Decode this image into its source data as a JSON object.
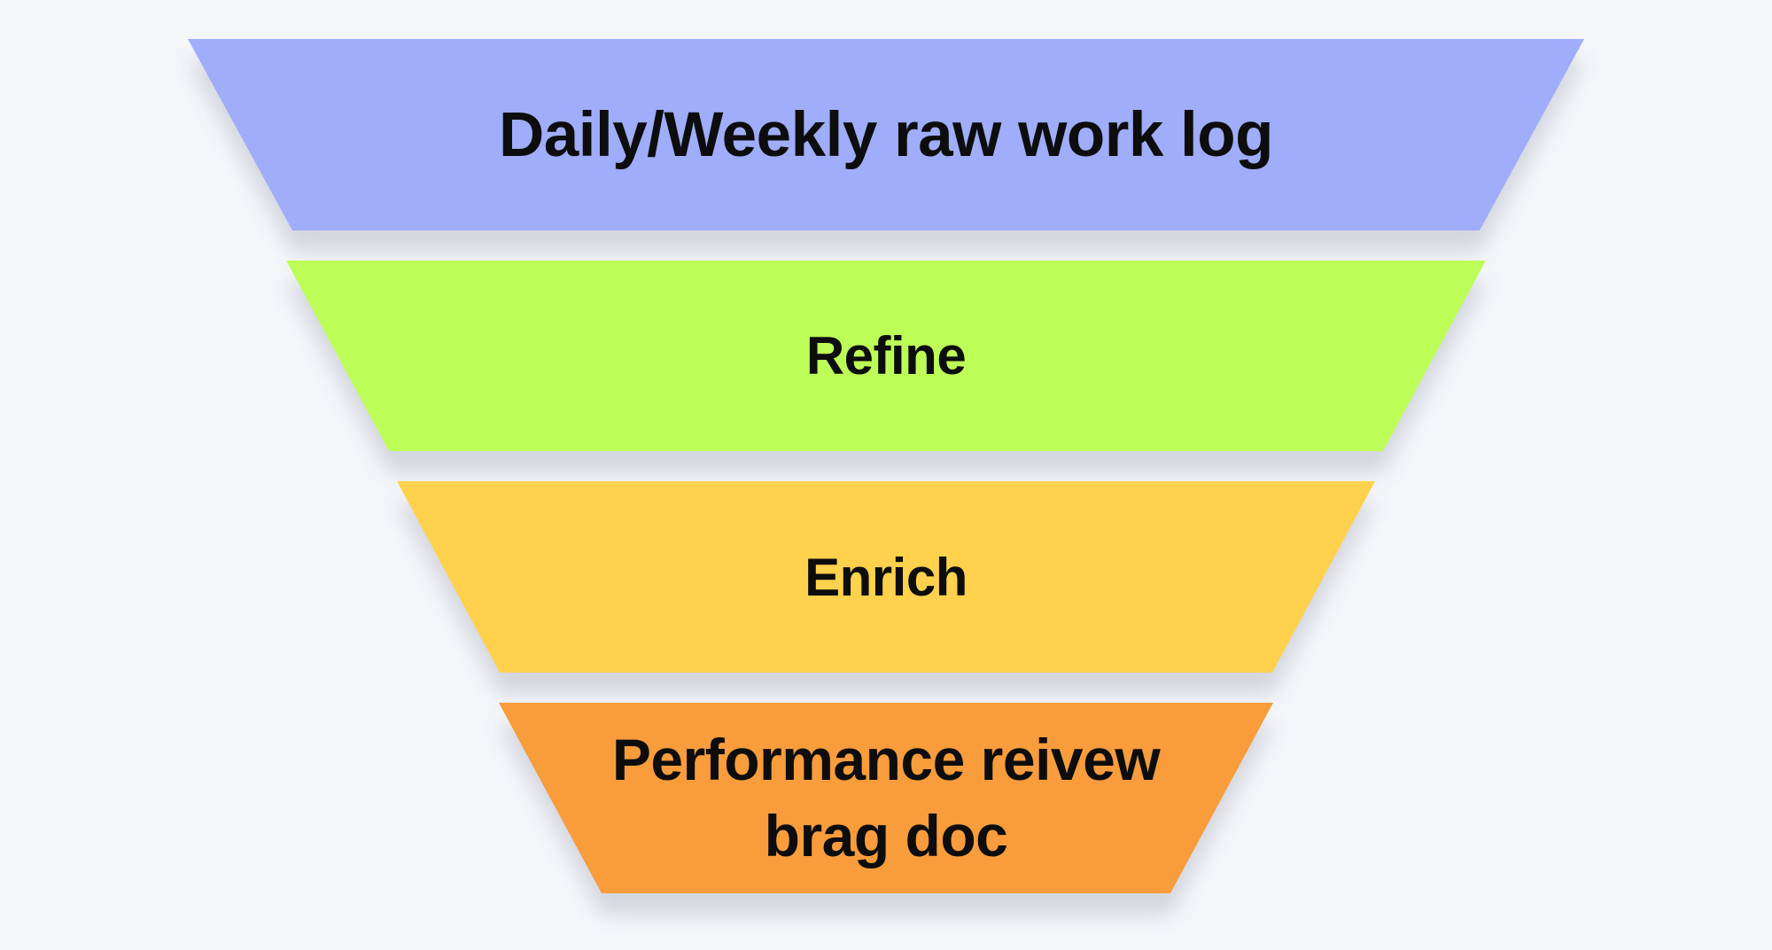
{
  "diagram": {
    "type": "funnel",
    "background_color": "#f4f6fa",
    "text_color": "#0d0d0d",
    "tiers": [
      {
        "name": "daily-weekly-raw-work-log",
        "lines": [
          "Daily/Weekly raw work log"
        ],
        "color": "#9fadfa"
      },
      {
        "name": "refine",
        "lines": [
          "Refine"
        ],
        "color": "#bdfd57"
      },
      {
        "name": "enrich",
        "lines": [
          "Enrich"
        ],
        "color": "#ffd14d"
      },
      {
        "name": "performance-review-brag-doc",
        "lines": [
          "Performance reivew",
          "brag doc"
        ],
        "color": "#f89c3c"
      }
    ]
  }
}
